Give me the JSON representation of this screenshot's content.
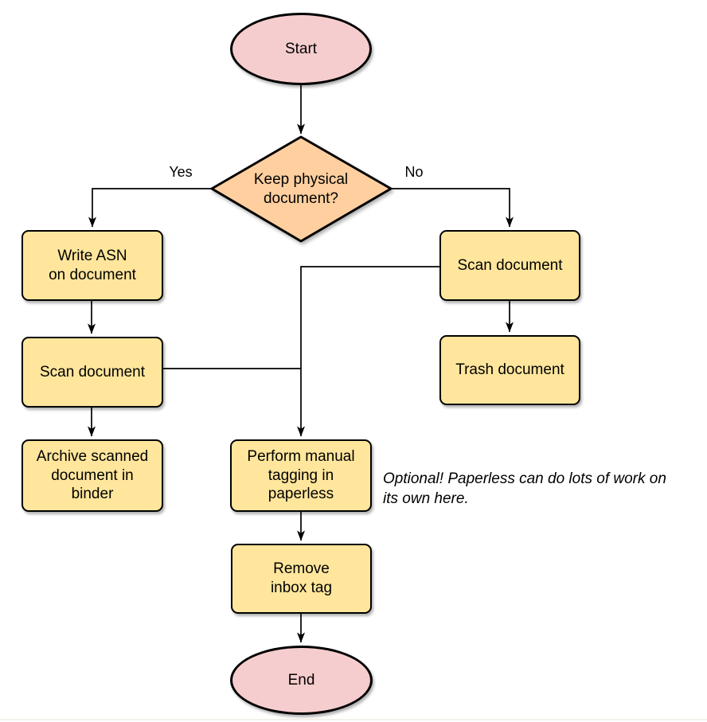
{
  "colors": {
    "process_fill": "#ffe69c",
    "terminator_fill": "#f6cdce",
    "decision_fill": "#ffcf9f",
    "stroke": "#000000",
    "background": "#ffffff",
    "bottom_divider": "#f3f1ea"
  },
  "nodes": {
    "start": {
      "label": "Start",
      "shape": "ellipse"
    },
    "decision": {
      "label": "Keep physical\ndocument?",
      "shape": "diamond"
    },
    "write_asn": {
      "label": "Write ASN\non document",
      "shape": "rounded-rect"
    },
    "scan_left": {
      "label": "Scan document",
      "shape": "rounded-rect"
    },
    "archive": {
      "label": "Archive scanned\ndocument in\nbinder",
      "shape": "rounded-rect"
    },
    "scan_right": {
      "label": "Scan document",
      "shape": "rounded-rect"
    },
    "trash": {
      "label": "Trash document",
      "shape": "rounded-rect"
    },
    "tagging": {
      "label": "Perform manual\ntagging in\npaperless",
      "shape": "rounded-rect"
    },
    "remove": {
      "label": "Remove\ninbox tag",
      "shape": "rounded-rect"
    },
    "end": {
      "label": "End",
      "shape": "ellipse"
    }
  },
  "edge_labels": {
    "yes": "Yes",
    "no": "No"
  },
  "edges": [
    {
      "from": "start",
      "to": "decision"
    },
    {
      "from": "decision",
      "to": "write_asn",
      "label": "Yes"
    },
    {
      "from": "decision",
      "to": "scan_right",
      "label": "No"
    },
    {
      "from": "write_asn",
      "to": "scan_left"
    },
    {
      "from": "scan_left",
      "to": "archive"
    },
    {
      "from": "scan_left",
      "to": "tagging"
    },
    {
      "from": "scan_right",
      "to": "tagging"
    },
    {
      "from": "scan_right",
      "to": "trash"
    },
    {
      "from": "tagging",
      "to": "remove"
    },
    {
      "from": "remove",
      "to": "end"
    }
  ],
  "note": {
    "text": "Optional! Paperless can do lots of work on\nits own here."
  }
}
